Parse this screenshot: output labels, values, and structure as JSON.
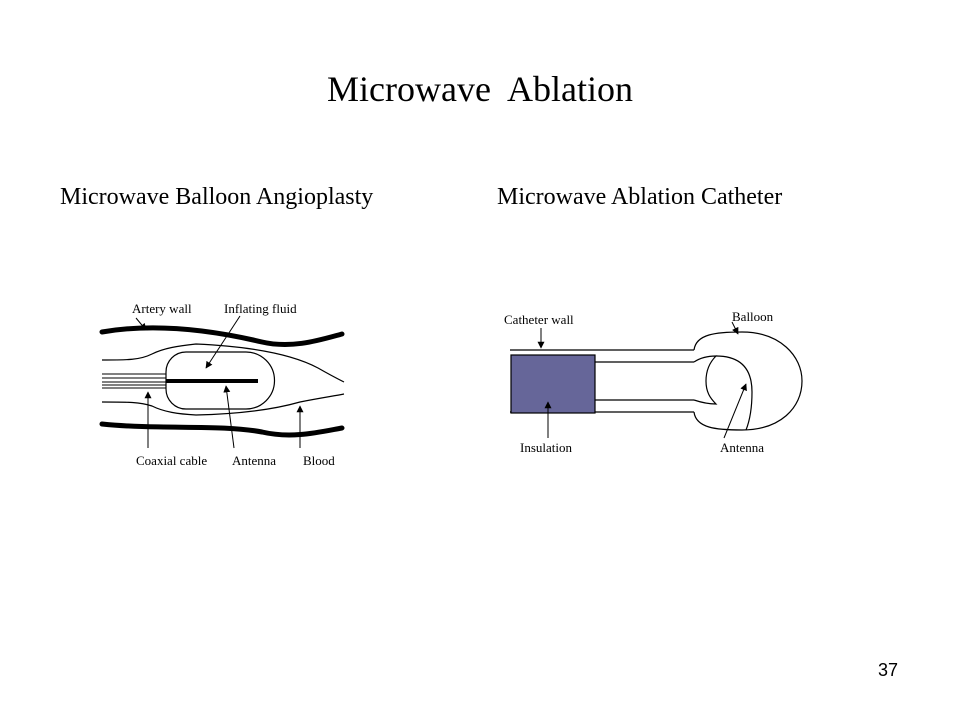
{
  "slide": {
    "title": "Microwave  Ablation",
    "page_number": "37"
  },
  "left_diagram": {
    "title": "Microwave Balloon Angioplasty",
    "labels": {
      "artery_wall": "Artery wall",
      "inflating_fluid": "Inflating fluid",
      "coaxial_cable": "Coaxial cable",
      "antenna": "Antenna",
      "blood": "Blood"
    }
  },
  "right_diagram": {
    "title": "Microwave Ablation Catheter",
    "labels": {
      "catheter_wall": "Catheter wall",
      "balloon": "Balloon",
      "insulation": "Insulation",
      "antenna": "Antenna"
    },
    "colors": {
      "insulation_fill": "#666699"
    }
  }
}
